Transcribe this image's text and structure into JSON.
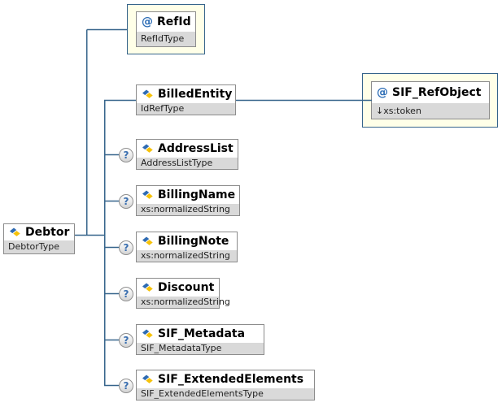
{
  "root_node": {
    "name": "Debtor",
    "type": "DebtorType"
  },
  "attribute_node": {
    "name": "RefId",
    "type": "RefIdType"
  },
  "reference_attribute_node": {
    "name": "SIF_RefObject",
    "type": "↓xs:token"
  },
  "children": [
    {
      "name": "BilledEntity",
      "type": "IdRefType",
      "optional": false
    },
    {
      "name": "AddressList",
      "type": "AddressListType",
      "optional": true
    },
    {
      "name": "BillingName",
      "type": "xs:normalizedString",
      "optional": true
    },
    {
      "name": "BillingNote",
      "type": "xs:normalizedString",
      "optional": true
    },
    {
      "name": "Discount",
      "type": "xs:normalizedString",
      "optional": true
    },
    {
      "name": "SIF_Metadata",
      "type": "SIF_MetadataType",
      "optional": true
    },
    {
      "name": "SIF_ExtendedElements",
      "type": "SIF_ExtendedElementsType",
      "optional": true
    }
  ],
  "icons": {
    "attribute_glyph": "@",
    "optional_glyph": "?",
    "element_icon": "blue-yellow-diamond"
  },
  "colors": {
    "connector": "#36648b",
    "attribute_container_bg": "#ffffe8",
    "attribute_container_border": "#36648b",
    "node_border": "#8c8c8c",
    "type_row_bg": "#d9d9d9",
    "attribute_glyph_color": "#2b6cb5",
    "optional_glyph_color": "#3a6fb0",
    "element_icon_blue": "#2f6bb3",
    "element_icon_yellow": "#f6c20a"
  }
}
